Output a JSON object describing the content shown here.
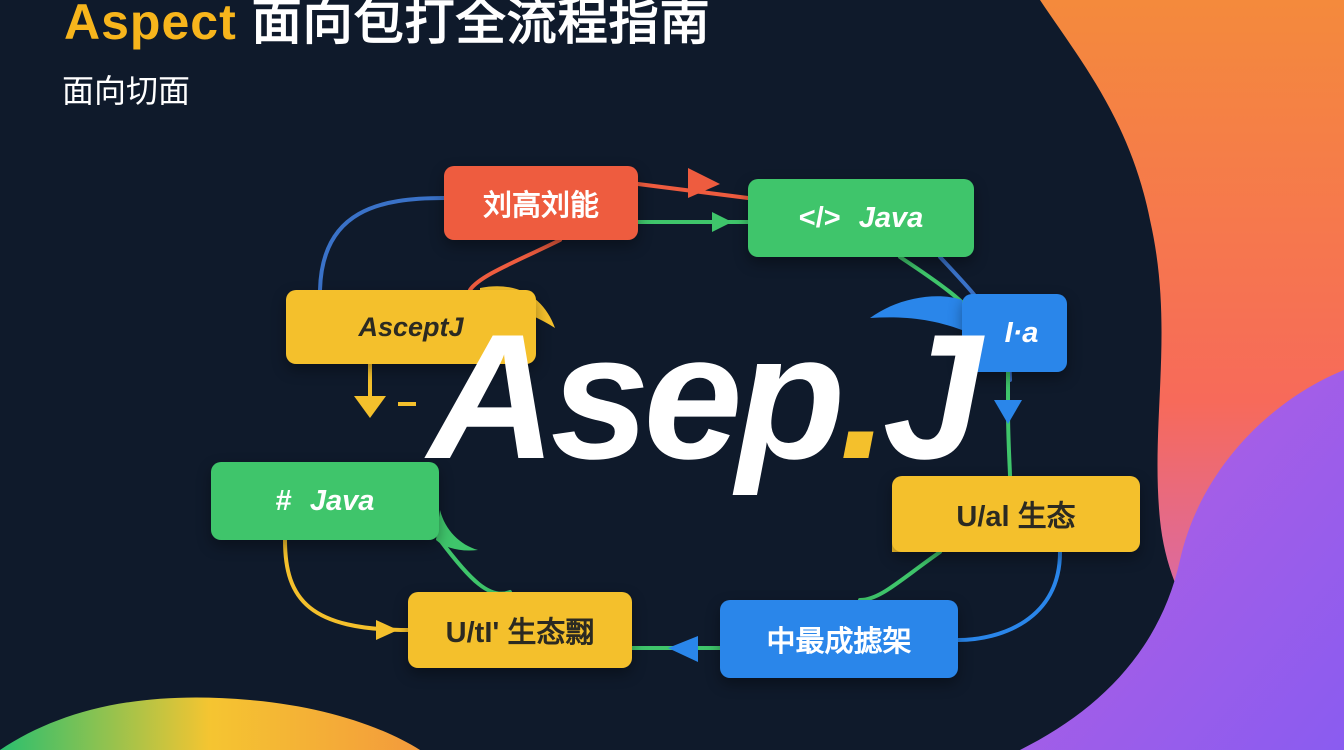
{
  "header": {
    "title_accent": "Aspect",
    "title_rest": " 面向包打全流程指南",
    "subtitle": "面向切面"
  },
  "diagram": {
    "logo_main": "Asep",
    "logo_dot": ".",
    "logo_tail": "J",
    "nodes": {
      "red": "刘高刘能",
      "java_top": "Java",
      "java_top_icon": "</>",
      "aspectj": "AsceptJ",
      "blue_right": "I·a",
      "java_left": "Java",
      "java_left_icon": "#",
      "yellow_right": "U/al 生态",
      "yellow_bottom": "U/tI' 生态翲",
      "blue_bottom": "中最成摅架"
    }
  },
  "colors": {
    "background": "#0f1a2b",
    "accent_yellow": "#f4c02c",
    "red": "#ee5c3f",
    "green": "#3fc56b",
    "blue": "#2a86ea"
  }
}
